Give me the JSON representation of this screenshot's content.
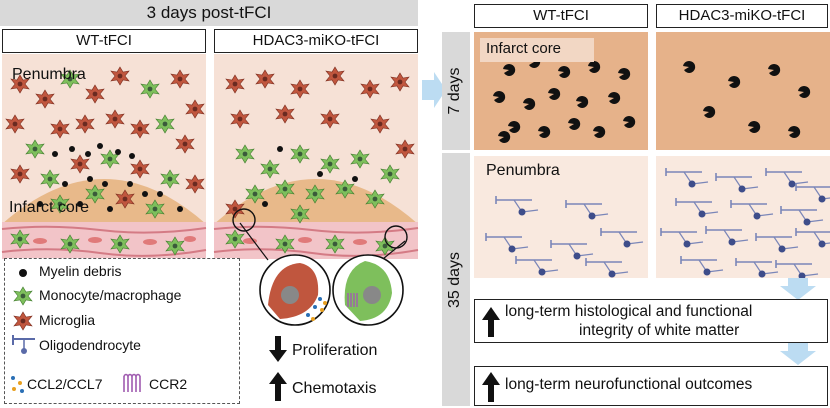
{
  "left": {
    "title": "3 days post-tFCI",
    "wt_label": "WT-tFCI",
    "ko_label": "HDAC3-miKO-tFCI",
    "penumbra_label": "Penumbra",
    "infarct_label": "Infarct core"
  },
  "legend": {
    "myelin": "Myelin debris",
    "monocyte": "Monocyte/macrophage",
    "microglia": "Microglia",
    "oligo": "Oligodendrocyte",
    "ccl": "CCL2/CCL7",
    "ccr2": "CCR2"
  },
  "effects": {
    "proliferation": "Proliferation",
    "chemotaxis": "Chemotaxis"
  },
  "right": {
    "wt_label": "WT-tFCI",
    "ko_label": "HDAC3-miKO-tFCI",
    "day7_label": "7 days",
    "day35_label": "35 days",
    "infarct_label": "Infarct core",
    "penumbra_label": "Penumbra",
    "outcome1_line1": "long-term histological and functional",
    "outcome1_line2": "integrity of white matter",
    "outcome2": "long-term neurofunctional outcomes"
  },
  "colors": {
    "panel_bg": "#f6e1d6",
    "tissue": "#e8b98a",
    "microglia": "#c0563e",
    "monocyte": "#7ebf5c",
    "vessel": "#f2c4c8",
    "oligo": "#5a6aa8",
    "arrow": "#bcdcf2"
  }
}
